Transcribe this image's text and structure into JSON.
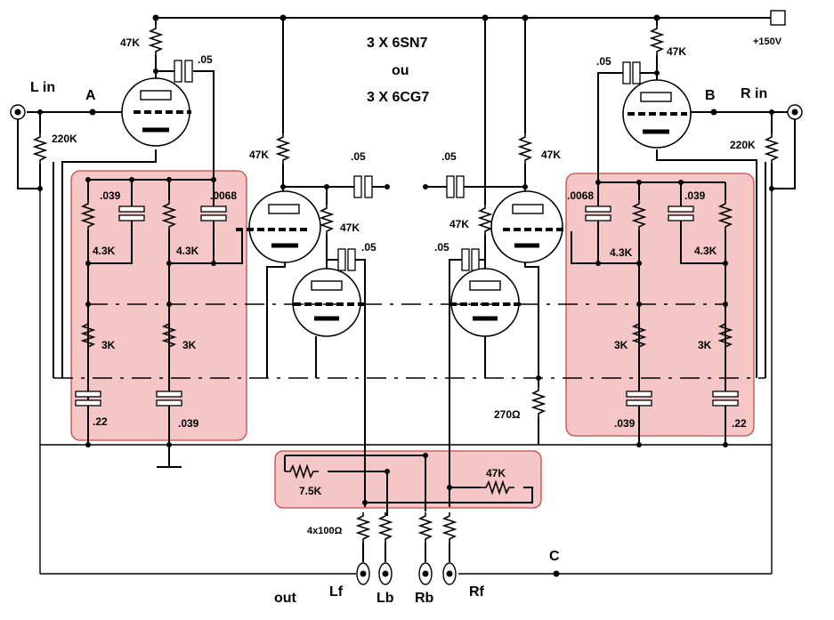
{
  "title": {
    "line1": "3 X 6SN7",
    "line2": "ou",
    "line3": "3 X 6CG7"
  },
  "supply": "+150V",
  "inputs": {
    "left": "L in",
    "right": "R in"
  },
  "nodes": {
    "a": "A",
    "b": "B",
    "c": "C"
  },
  "outputs": {
    "out": "out",
    "lf": "Lf",
    "lb": "Lb",
    "rb": "Rb",
    "rf": "Rf"
  },
  "components": {
    "r_plate_left_input": "47K",
    "c_couple_left_input": ".05",
    "r_grid_left": "220K",
    "r_plate_left_middle": "47K",
    "c_couple_left_middle": ".05",
    "r_plate_left_lower": "47K",
    "c_couple_left_lower": ".05",
    "r_plate_right_input": "47K",
    "c_couple_right_input": ".05",
    "r_grid_right": "220K",
    "r_plate_right_middle": "47K",
    "c_couple_right_middle": ".05",
    "r_plate_right_lower": "47K",
    "c_couple_right_lower": ".05",
    "left_net": {
      "c_top_a": ".039",
      "c_top_b": ".0068",
      "r_a": "4.3K",
      "r_b": "4.3K",
      "r_c": "3K",
      "r_d": "3K",
      "c_bot_a": ".22",
      "c_bot_b": ".039"
    },
    "right_net": {
      "c_top_a": ".0068",
      "c_top_b": ".039",
      "r_a": "4.3K",
      "r_b": "4.3K",
      "r_c": "3K",
      "r_d": "3K",
      "c_bot_a": ".039",
      "c_bot_b": ".22"
    },
    "r_cathode": "270Ω",
    "r_out_mix_left": "7.5K",
    "r_out_mix_right": "47K",
    "r_out_series": "4x100Ω"
  }
}
